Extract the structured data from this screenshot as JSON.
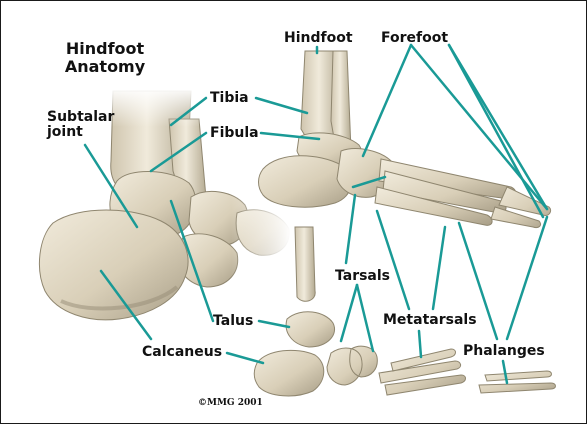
{
  "title": {
    "line1": "Hindfoot",
    "line2": "Anatomy"
  },
  "labels": {
    "hindfoot": "Hindfoot",
    "forefoot": "Forefoot",
    "tibia": "Tibia",
    "fibula": "Fibula",
    "subtalar_line1": "Subtalar",
    "subtalar_line2": "joint",
    "tarsals": "Tarsals",
    "talus": "Talus",
    "metatarsals": "Metatarsals",
    "calcaneus": "Calcaneus",
    "phalanges": "Phalanges"
  },
  "copyright": "©MMG 2001",
  "colors": {
    "leader": "#1a9a96",
    "bone": "#ddd3bd",
    "bone_shadow": "#9f957f",
    "border": "#1a1a1a"
  }
}
